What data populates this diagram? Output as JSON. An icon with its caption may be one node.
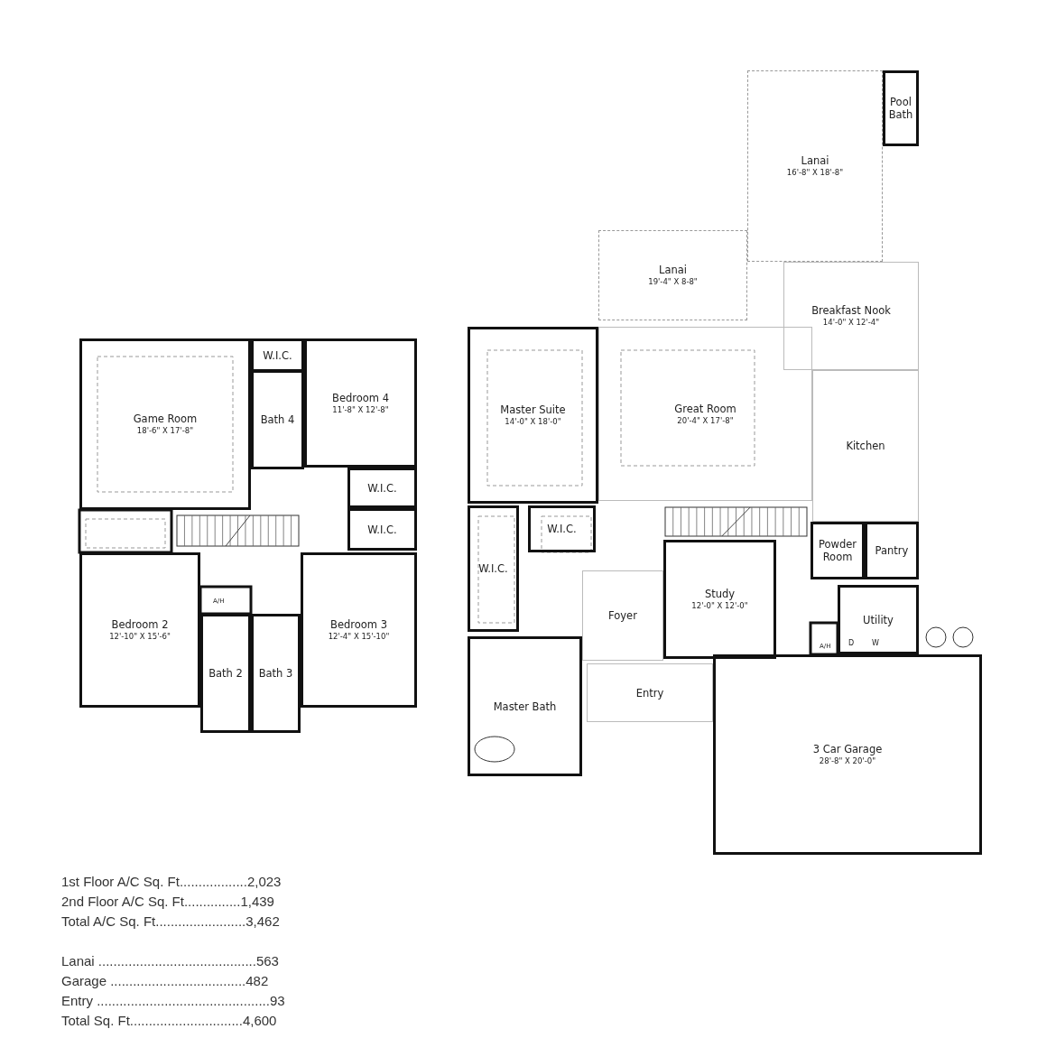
{
  "diagram": {
    "nodes": [
      {
        "text": [
          "Game Room",
          "18'-6\" X 17'-8\""
        ]
      },
      {
        "text": [
          "W.I.C."
        ]
      },
      {
        "text": [
          "Bedroom 4",
          "11'-8\" X 12'-8\""
        ]
      },
      {
        "text": [
          "Bath 4"
        ]
      },
      {
        "text": [
          "W.I.C."
        ]
      },
      {
        "text": [
          "W.I.C."
        ]
      },
      {
        "text": [
          "Bedroom 2",
          "12'-10\" X 15'-6\""
        ]
      },
      {
        "text": [
          "Bath 2"
        ]
      },
      {
        "text": [
          "Bath 3"
        ]
      },
      {
        "text": [
          "Bedroom 3",
          "12'-4\" X 15'-10\""
        ]
      },
      {
        "text": [
          "Lanai",
          "16'-8\" X 18'-8\""
        ]
      },
      {
        "text": [
          "Pool Bath"
        ]
      },
      {
        "text": [
          "Lanai",
          "19'-4\" X 8-8\""
        ]
      },
      {
        "text": [
          "Breakfast Nook",
          "14'-0\" X 12'-4\""
        ]
      },
      {
        "text": [
          "Master Suite",
          "14'-0\" X 18'-0\""
        ]
      },
      {
        "text": [
          "Great Room",
          "20'-4\" X 17'-8\""
        ]
      },
      {
        "text": [
          "Kitchen"
        ]
      },
      {
        "text": [
          "W.I.C."
        ]
      },
      {
        "text": [
          "W.I.C."
        ]
      },
      {
        "text": [
          "Foyer"
        ]
      },
      {
        "text": [
          "Study",
          "12'-0\" X 12'-0\""
        ]
      },
      {
        "text": [
          "Powder Room"
        ]
      },
      {
        "text": [
          "Pantry"
        ]
      },
      {
        "text": [
          "Utility"
        ]
      },
      {
        "text": [
          "Master Bath"
        ]
      },
      {
        "text": [
          "Entry"
        ]
      },
      {
        "text": [
          "3 Car Garage",
          "28'-8\" X 20'-0\""
        ]
      }
    ],
    "labels": [
      "A/H",
      "A/H",
      "D",
      "W",
      "1st Floor A/C Sq. Ft..................2,023",
      "2nd Floor A/C Sq. Ft...............1,439",
      "Total A/C Sq. Ft........................3,462",
      "Lanai ..........................................563",
      "Garage ....................................482",
      "Entry ..............................................93",
      "Total Sq. Ft..............................4,600"
    ]
  }
}
